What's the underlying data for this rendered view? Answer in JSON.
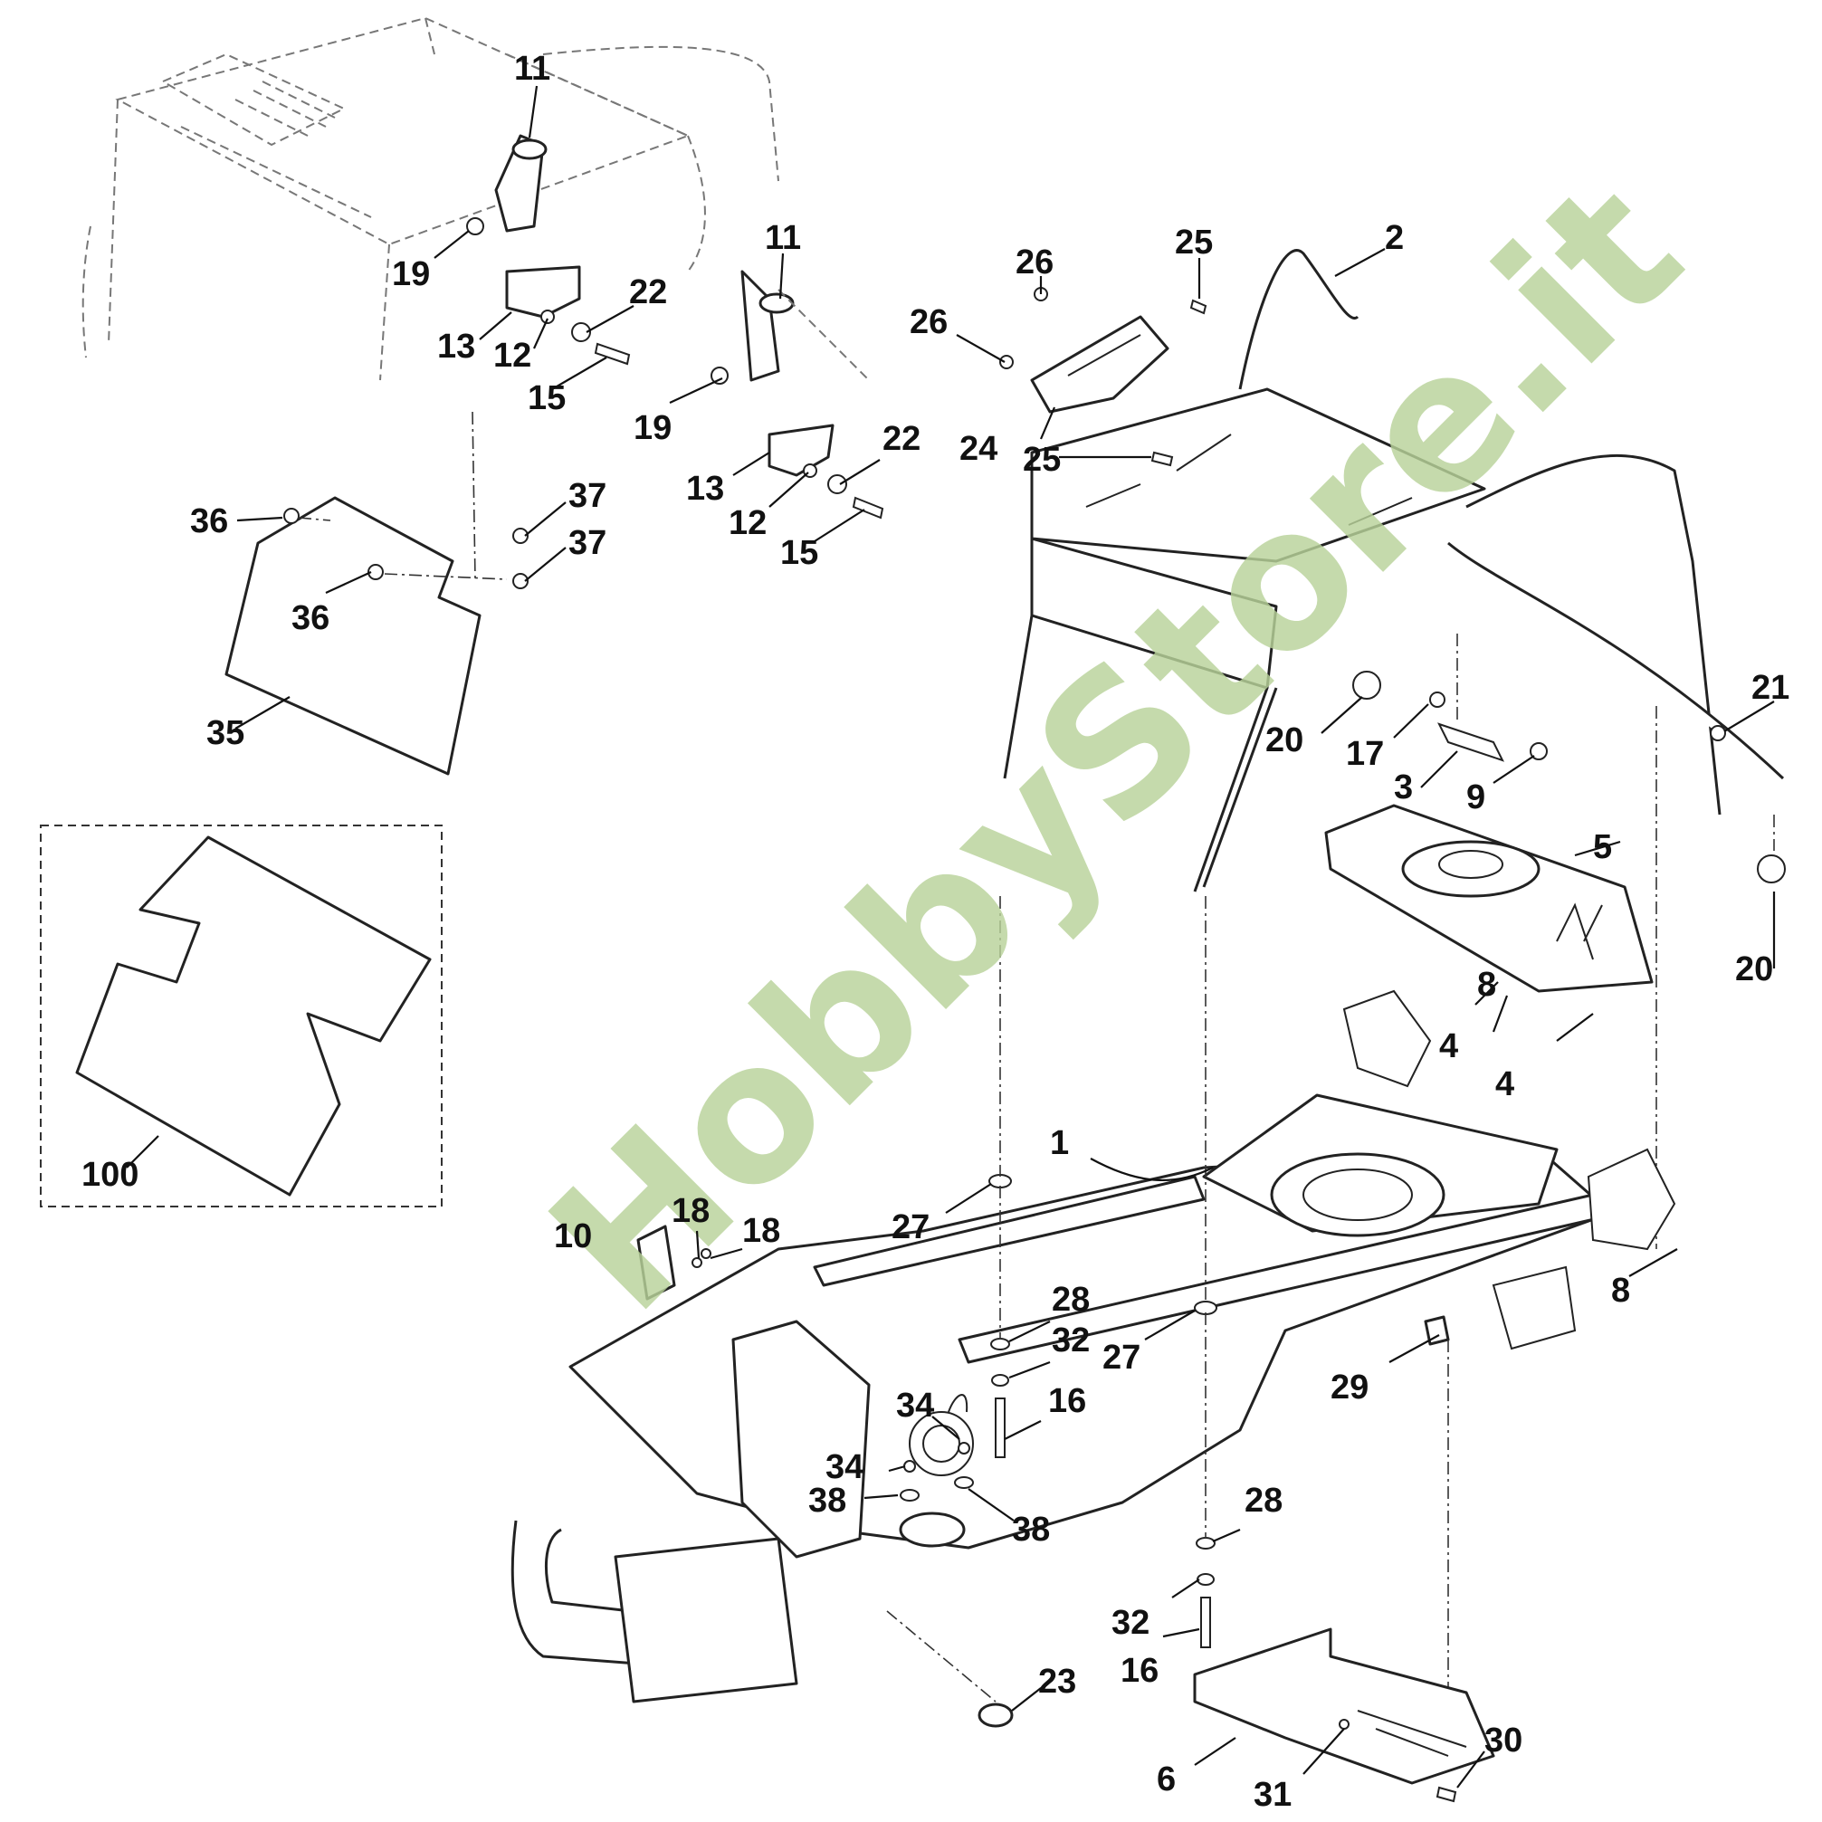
{
  "watermark": "HobbyStore.it",
  "callouts": [
    {
      "id": "c11a",
      "text": "11"
    },
    {
      "id": "c11b",
      "text": "11"
    },
    {
      "id": "c19a",
      "text": "19"
    },
    {
      "id": "c19b",
      "text": "19"
    },
    {
      "id": "c13a",
      "text": "13"
    },
    {
      "id": "c13b",
      "text": "13"
    },
    {
      "id": "c12a",
      "text": "12"
    },
    {
      "id": "c12b",
      "text": "12"
    },
    {
      "id": "c22a",
      "text": "22"
    },
    {
      "id": "c22b",
      "text": "22"
    },
    {
      "id": "c15a",
      "text": "15"
    },
    {
      "id": "c15b",
      "text": "15"
    },
    {
      "id": "c36a",
      "text": "36"
    },
    {
      "id": "c36b",
      "text": "36"
    },
    {
      "id": "c37a",
      "text": "37"
    },
    {
      "id": "c37b",
      "text": "37"
    },
    {
      "id": "c35",
      "text": "35"
    },
    {
      "id": "c100",
      "text": "100"
    },
    {
      "id": "c26a",
      "text": "26"
    },
    {
      "id": "c26b",
      "text": "26"
    },
    {
      "id": "c25a",
      "text": "25"
    },
    {
      "id": "c25b",
      "text": "25"
    },
    {
      "id": "c24",
      "text": "24"
    },
    {
      "id": "c2",
      "text": "2"
    },
    {
      "id": "c21",
      "text": "21"
    },
    {
      "id": "c20a",
      "text": "20"
    },
    {
      "id": "c20b",
      "text": "20"
    },
    {
      "id": "c17",
      "text": "17"
    },
    {
      "id": "c3",
      "text": "3"
    },
    {
      "id": "c9",
      "text": "9"
    },
    {
      "id": "c5",
      "text": "5"
    },
    {
      "id": "c8a",
      "text": "8"
    },
    {
      "id": "c8b",
      "text": "8"
    },
    {
      "id": "c4a",
      "text": "4"
    },
    {
      "id": "c4b",
      "text": "4"
    },
    {
      "id": "c1",
      "text": "1"
    },
    {
      "id": "c27a",
      "text": "27"
    },
    {
      "id": "c27b",
      "text": "27"
    },
    {
      "id": "c10",
      "text": "10"
    },
    {
      "id": "c18a",
      "text": "18"
    },
    {
      "id": "c18b",
      "text": "18"
    },
    {
      "id": "c28a",
      "text": "28"
    },
    {
      "id": "c28b",
      "text": "28"
    },
    {
      "id": "c32a",
      "text": "32"
    },
    {
      "id": "c32b",
      "text": "32"
    },
    {
      "id": "c16a",
      "text": "16"
    },
    {
      "id": "c16b",
      "text": "16"
    },
    {
      "id": "c29",
      "text": "29"
    },
    {
      "id": "c34a",
      "text": "34"
    },
    {
      "id": "c34b",
      "text": "34"
    },
    {
      "id": "c38a",
      "text": "38"
    },
    {
      "id": "c38b",
      "text": "38"
    },
    {
      "id": "c23",
      "text": "23"
    },
    {
      "id": "c6",
      "text": "6"
    },
    {
      "id": "c30",
      "text": "30"
    },
    {
      "id": "c31",
      "text": "31"
    }
  ]
}
